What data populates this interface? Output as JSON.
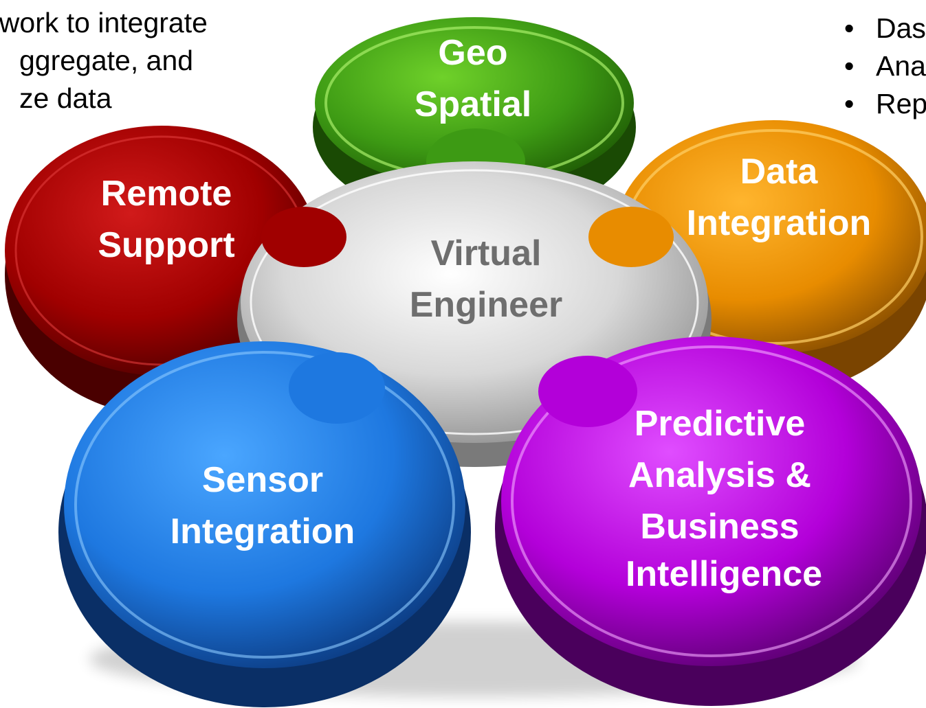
{
  "intro_text": {
    "line1": "ework to integrate",
    "line2": "ggregate, and",
    "line3": "ze data"
  },
  "bullets": {
    "items": [
      "Das",
      "Ana",
      "Rep"
    ],
    "marker": "•"
  },
  "center": {
    "line1": "Virtual",
    "line2": "Engineer",
    "color": "#c9c9c9"
  },
  "pieces": {
    "geo": {
      "line1": "Geo",
      "line2": "Spatial",
      "color": "#3d9a14"
    },
    "data": {
      "line1": "Data",
      "line2": "Integration",
      "color": "#e88c00"
    },
    "remote": {
      "line1": "Remote",
      "line2": "Support",
      "color": "#a00000"
    },
    "sensor": {
      "line1": "Sensor",
      "line2": "Integration",
      "color": "#1e78e0"
    },
    "predictive": {
      "line1": "Predictive",
      "line2": "Analysis &",
      "line3": "Business",
      "line4": "Intelligence",
      "color": "#b300d9"
    }
  }
}
